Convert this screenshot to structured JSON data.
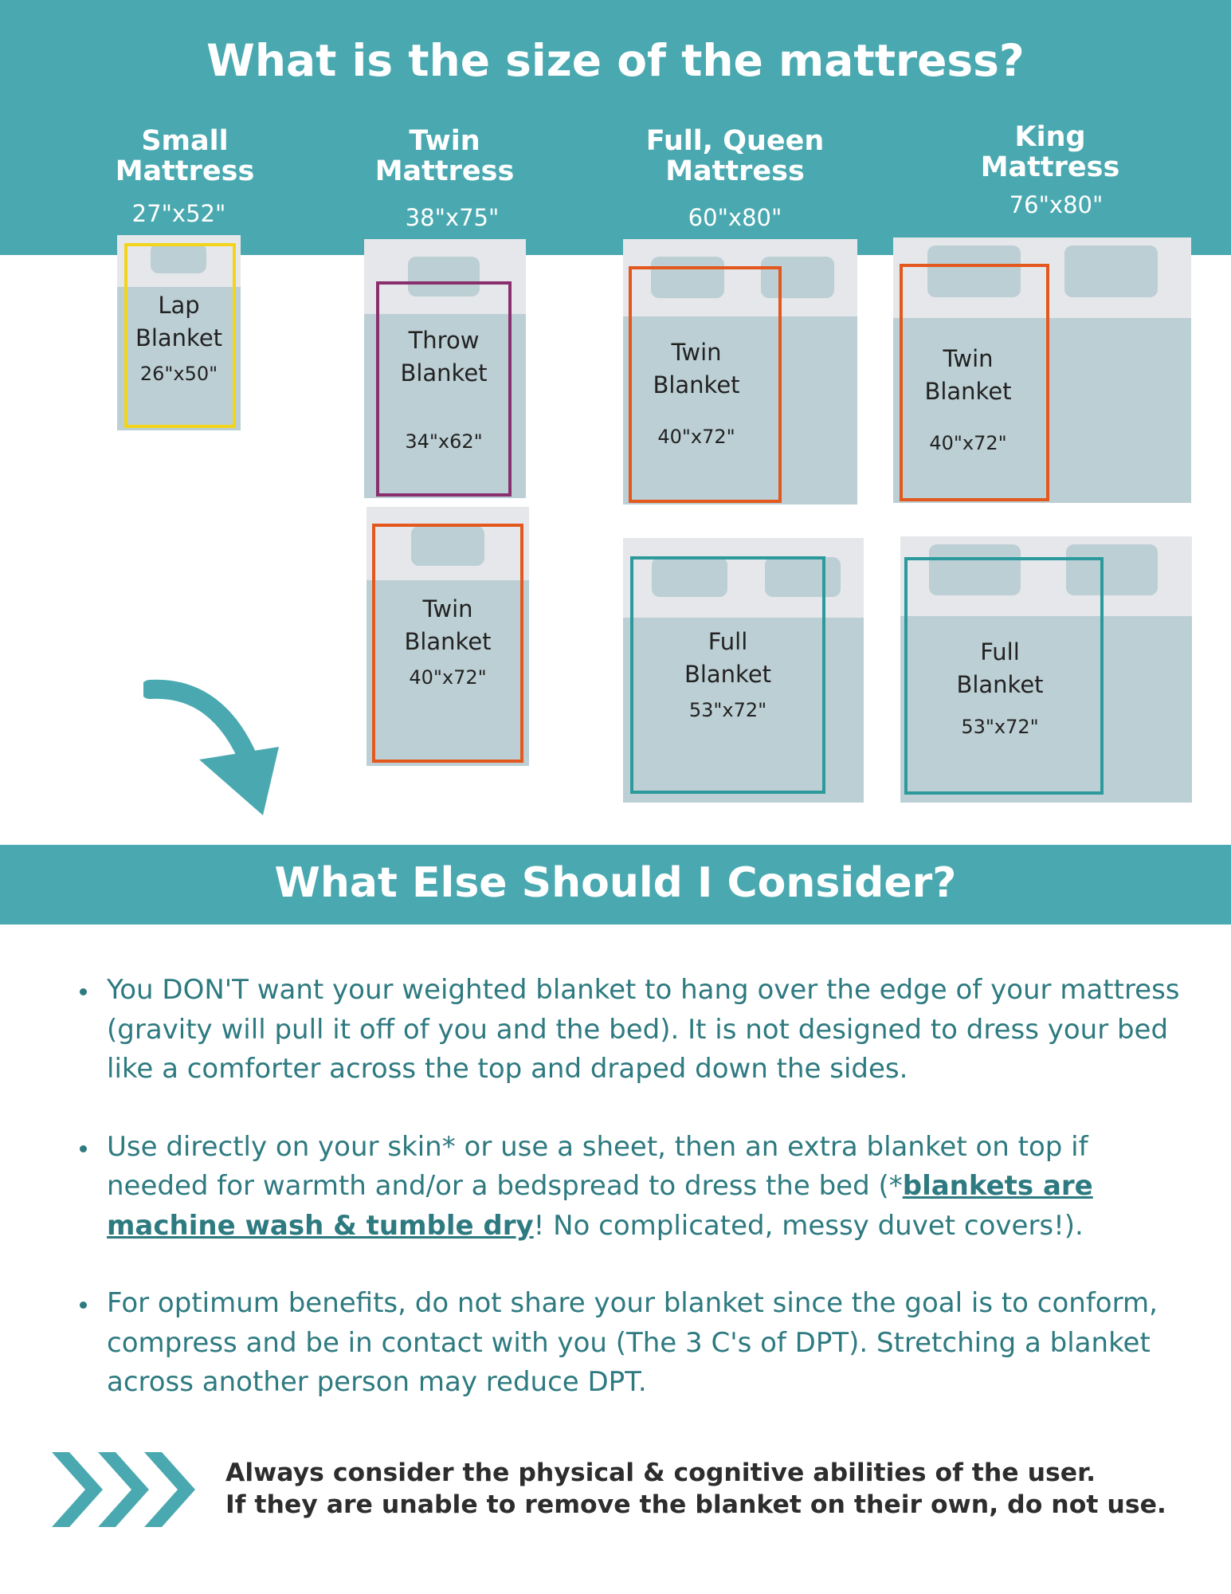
{
  "header": {
    "title": "What is the size of the mattress?"
  },
  "columns": [
    {
      "name": "Small\nMattress",
      "size": "27\"x52\""
    },
    {
      "name": "Twin\nMattress",
      "size": "38\"x75\""
    },
    {
      "name": "Full, Queen\nMattress",
      "size": "60\"x80\""
    },
    {
      "name": "King\nMattress",
      "size": "76\"x80\""
    }
  ],
  "blankets": [
    {
      "label": "Lap\nBlanket",
      "size": "26\"x50\"",
      "color": "#f2d41c"
    },
    {
      "label": "Throw\nBlanket",
      "size": "34\"x62\"",
      "color": "#8a2f6e"
    },
    {
      "label": "Twin\nBlanket",
      "size": "40\"x72\"",
      "color": "#e3581e"
    },
    {
      "label": "Twin\nBlanket",
      "size": "40\"x72\"",
      "color": "#e3581e"
    },
    {
      "label": "Twin\nBlanket",
      "size": "40\"x72\"",
      "color": "#e3581e"
    },
    {
      "label": "Full\nBlanket",
      "size": "53\"x72\"",
      "color": "#2c9a9c"
    },
    {
      "label": "Full\nBlanket",
      "size": "53\"x72\"",
      "color": "#2c9a9c"
    }
  ],
  "consider": {
    "title": "What Else Should I Consider?",
    "bullets": [
      {
        "text": "You DON'T want your weighted blanket to hang over the edge of your mattress (gravity will pull it off of you and the bed).  It is not designed to dress your bed like a comforter across the top and draped down the sides."
      },
      {
        "pre": "Use directly on your skin* or use a sheet, then an extra blanket on top if needed for warmth and/or a bedspread to dress the bed (*",
        "link": "blankets are machine wash & tumble dry",
        "post": "! No complicated, messy duvet covers!)."
      },
      {
        "text": "For optimum benefits, do not share your blanket since the goal is to conform, compress and be in contact with you (The 3 C's of DPT). Stretching a blanket across another person may reduce DPT."
      }
    ]
  },
  "note": {
    "line1": "Always consider the physical & cognitive abilities of the user.",
    "line2": "If they are unable to remove the blanket on their own, do not use."
  },
  "colors": {
    "teal": "#4aa9b0",
    "text_teal": "#2d7a80",
    "mattress_top": "#e6e7ea",
    "mattress_body": "#bccfd4"
  },
  "icons": [
    "curved-arrow-icon",
    "triple-chevron-icon"
  ]
}
